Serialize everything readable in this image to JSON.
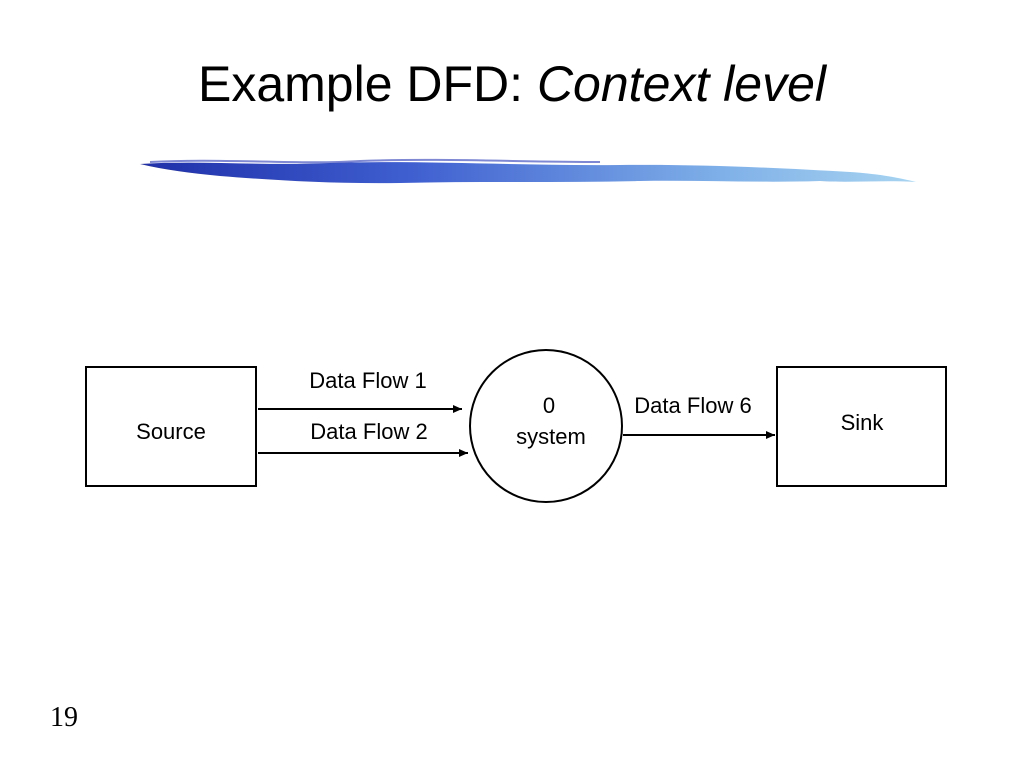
{
  "slide": {
    "title_prefix": "Example DFD: ",
    "title_emphasis": "Context level",
    "page_number": "19",
    "accent_gradient": [
      "#1f2fa8",
      "#3f5fd0",
      "#7fb0e8",
      "#a8d4f0"
    ]
  },
  "diagram": {
    "source_label": "Source",
    "process_number": "0",
    "process_label": "system",
    "sink_label": "Sink",
    "flows": {
      "flow1": "Data Flow 1",
      "flow2": "Data Flow 2",
      "flow6": "Data Flow 6"
    }
  }
}
